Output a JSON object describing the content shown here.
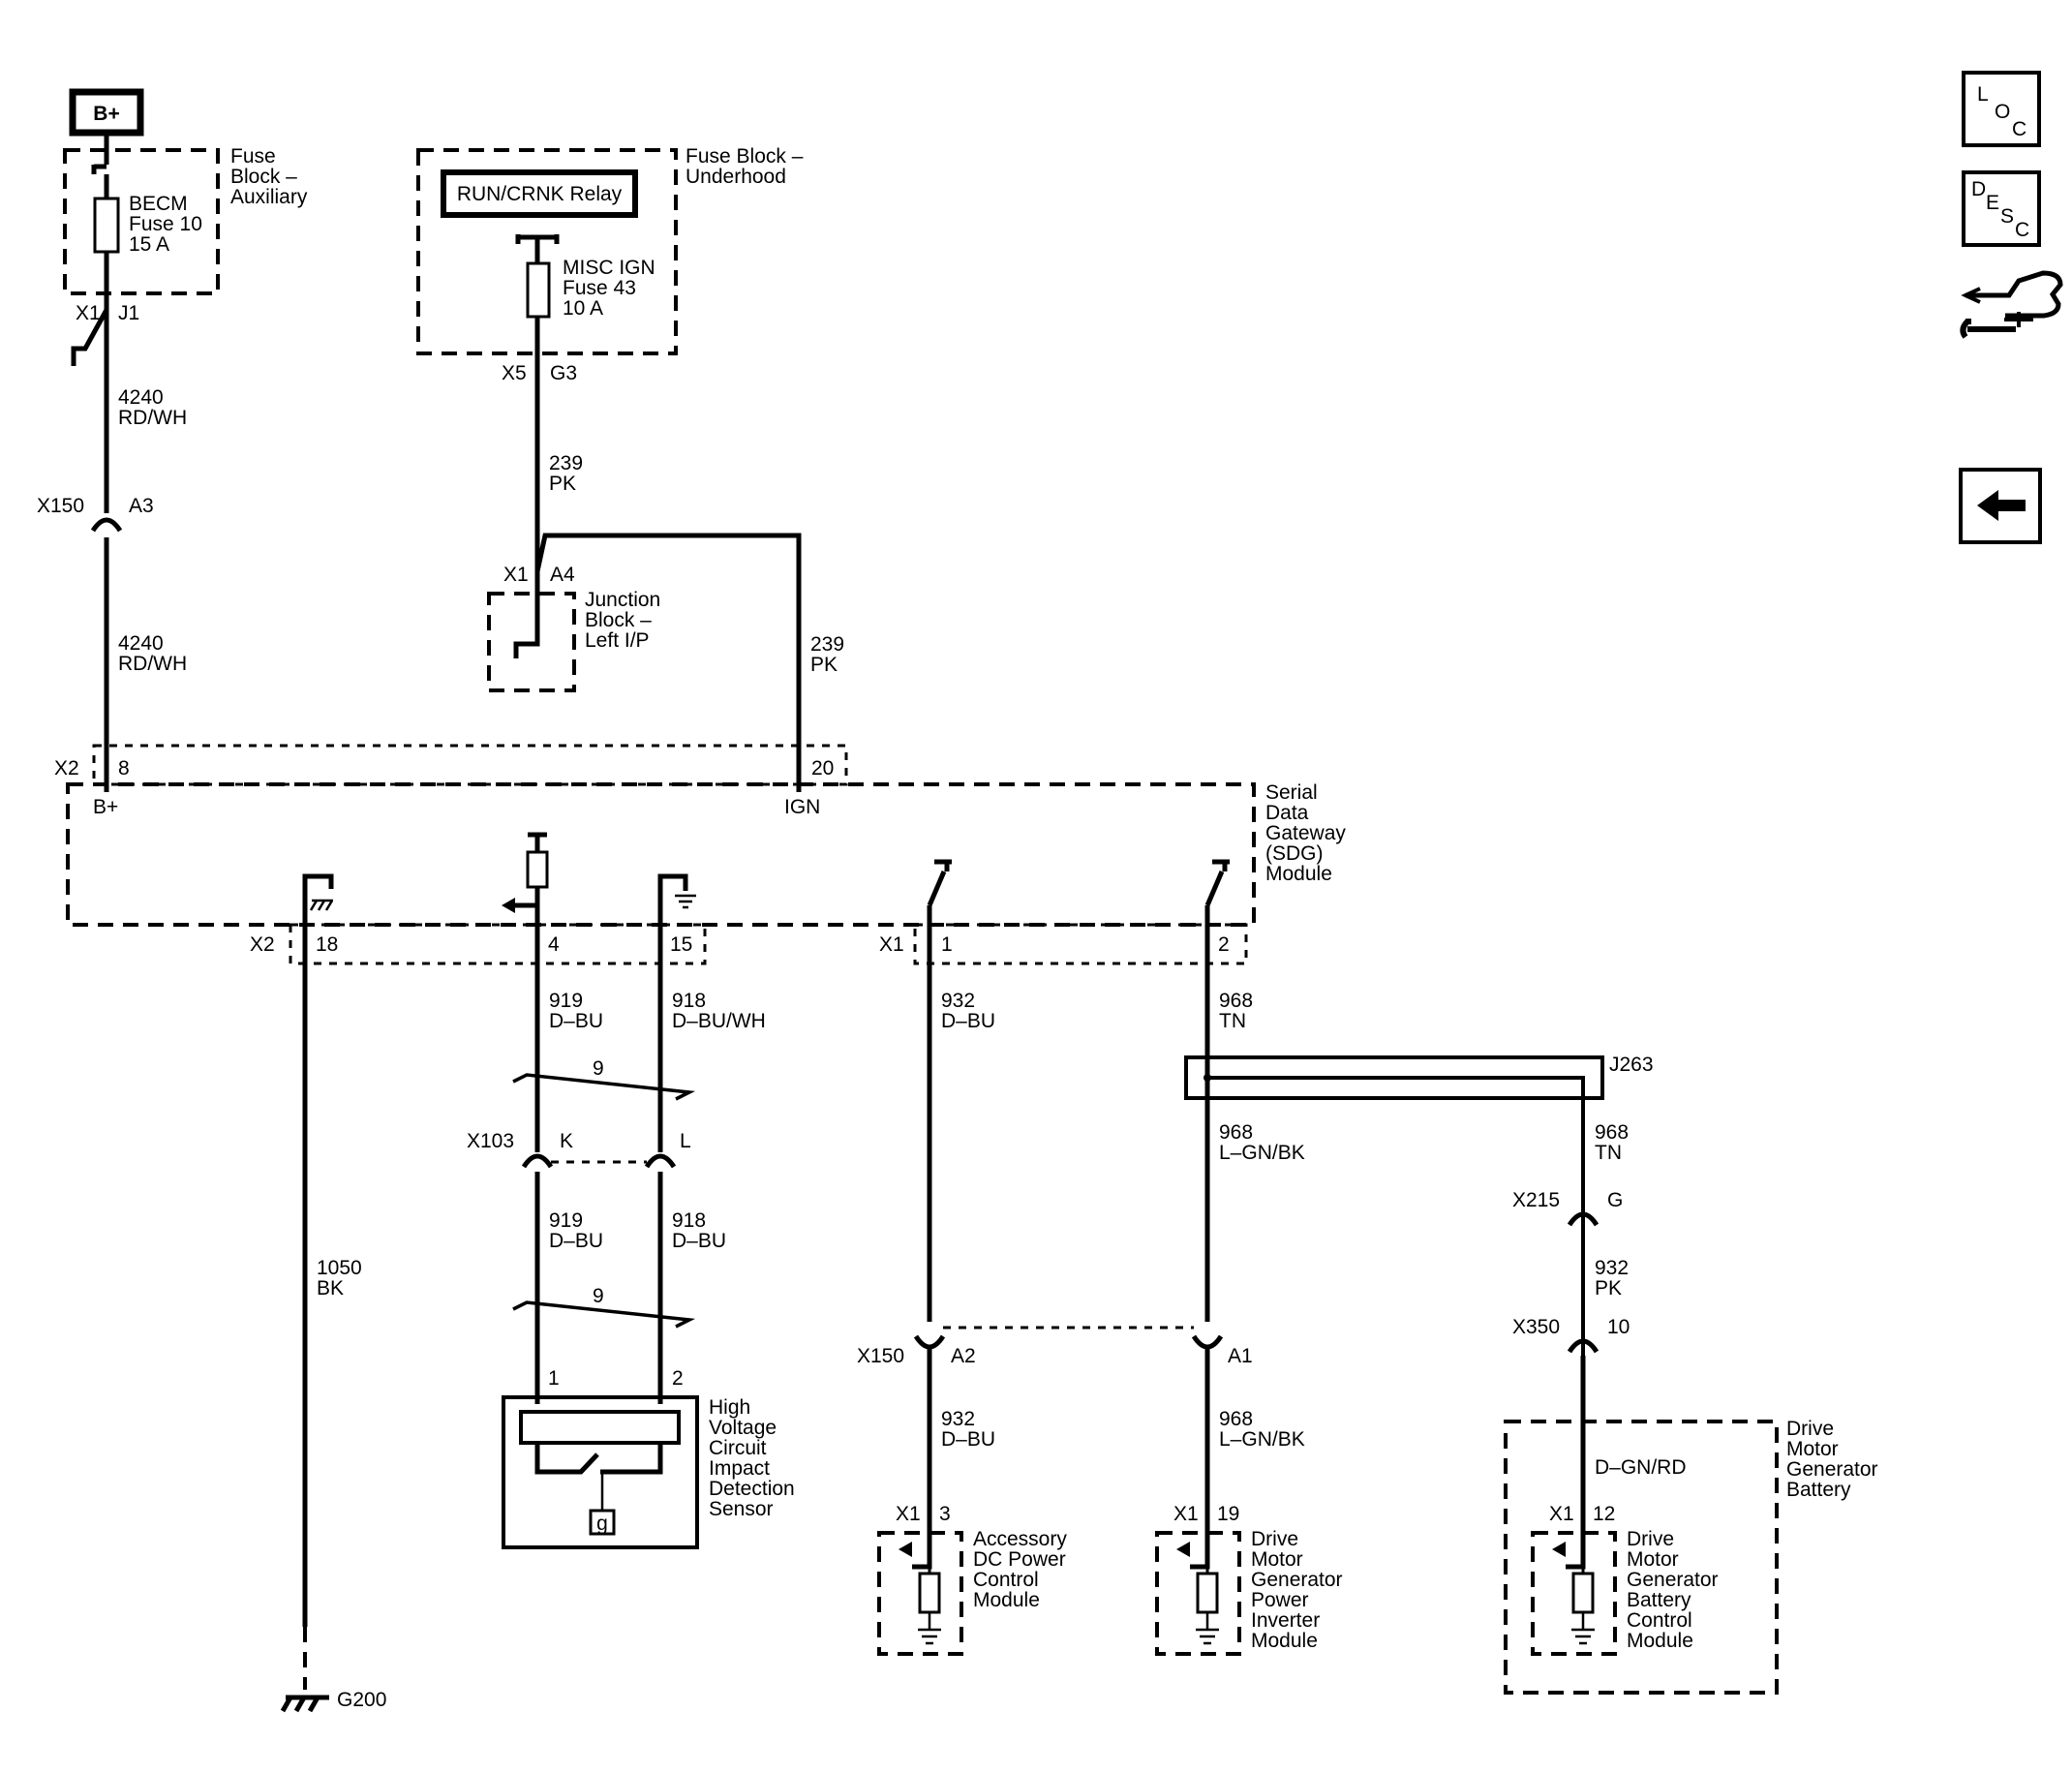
{
  "bplus_label": "B+",
  "fuse_aux": {
    "title": [
      "Fuse",
      "Block –",
      "Auxiliary"
    ],
    "fuse": [
      "BECM",
      "Fuse 10",
      "15 A"
    ],
    "conn_l": "X1",
    "conn_r": "J1"
  },
  "fuse_underhood": {
    "title": [
      "Fuse Block –",
      "Underhood"
    ],
    "relay": "RUN/CRNK Relay",
    "fuse": [
      "MISC IGN",
      "Fuse 43",
      "10 A"
    ],
    "conn_l": "X5",
    "conn_r": "G3"
  },
  "wires": {
    "w4240a": [
      "4240",
      "RD/WH"
    ],
    "w4240b": [
      "4240",
      "RD/WH"
    ],
    "w239a": [
      "239",
      "PK"
    ],
    "w239b": [
      "239",
      "PK"
    ],
    "w1050": [
      "1050",
      "BK"
    ],
    "w919a": [
      "919",
      "D–BU"
    ],
    "w918a": [
      "918",
      "D–BU/WH"
    ],
    "w919b": [
      "919",
      "D–BU"
    ],
    "w918b": [
      "918",
      "D–BU"
    ],
    "w932a": [
      "932",
      "D–BU"
    ],
    "w968a": [
      "968",
      "TN"
    ],
    "w968b": [
      "968",
      "L–GN/BK"
    ],
    "w968c": [
      "968",
      "TN"
    ],
    "w932b": [
      "932",
      "PK"
    ],
    "w932c": [
      "932",
      "D–BU"
    ],
    "w968d": [
      "968",
      "L–GN/BK"
    ],
    "wdgn": "D–GN/RD",
    "twist": "9"
  },
  "connectors": {
    "x150_top": "X150",
    "x150_top_pin": "A3",
    "junction_l": "X1",
    "junction_r": "A4",
    "x2": "X2",
    "x2_pin8": "8",
    "x2_pin20": "20",
    "x2b": "X2",
    "x2b_pin18": "18",
    "x2b_pin4": "4",
    "x2b_pin15": "15",
    "x1": "X1",
    "x1_pin1": "1",
    "x1_pin2": "2",
    "x103": "X103",
    "x103_k": "K",
    "x103_l": "L",
    "x150_bot": "X150",
    "x150_a2": "A2",
    "x150_a1": "A1",
    "j263": "J263",
    "x215": "X215",
    "x215_pin": "G",
    "x350": "X350",
    "x350_pin": "10",
    "acc_x1": "X1",
    "acc_pin": "3",
    "inv_x1": "X1",
    "inv_pin": "19",
    "bat_x1": "X1",
    "bat_pin": "12",
    "sensor_pin1": "1",
    "sensor_pin2": "2"
  },
  "junction_block": [
    "Junction",
    "Block –",
    "Left I/P"
  ],
  "sdg": {
    "title": [
      "Serial",
      "Data",
      "Gateway",
      "(SDG)",
      "Module"
    ],
    "bplus": "B+",
    "ign": "IGN"
  },
  "sensor": {
    "title": [
      "High",
      "Voltage",
      "Circuit",
      "Impact",
      "Detection",
      "Sensor"
    ],
    "g_mark": "g"
  },
  "acc_module": [
    "Accessory",
    "DC Power",
    "Control",
    "Module"
  ],
  "inverter_module": [
    "Drive",
    "Motor",
    "Generator",
    "Power",
    "Inverter",
    "Module"
  ],
  "battery": [
    "Drive",
    "Motor",
    "Generator",
    "Battery"
  ],
  "battery_module": [
    "Drive",
    "Motor",
    "Generator",
    "Battery",
    "Control",
    "Module"
  ],
  "ground": "G200",
  "nav": {
    "loc": [
      "L",
      "O",
      "C"
    ],
    "desc": [
      "D",
      "E",
      "S",
      "C"
    ]
  }
}
